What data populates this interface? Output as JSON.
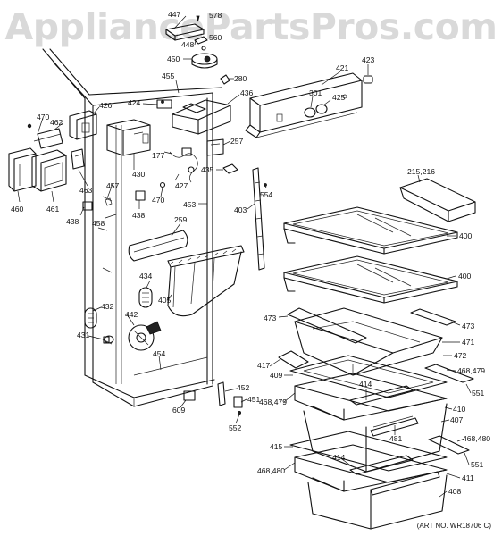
{
  "watermark": "AppliancePartsPros.com",
  "art_number": "(ART NO. WR18706 C)",
  "callouts": [
    "447",
    "578",
    "448",
    "560",
    "450",
    "280",
    "455",
    "421",
    "423",
    "301",
    "425",
    "436",
    "424",
    "426",
    "470",
    "462",
    "257",
    "177",
    "430",
    "435",
    "427",
    "463",
    "457",
    "470",
    "438",
    "554",
    "460",
    "461",
    "438",
    "458",
    "453",
    "403",
    "215,216",
    "259",
    "400",
    "400",
    "434",
    "405",
    "432",
    "442",
    "473",
    "473",
    "431",
    "471",
    "417",
    "472",
    "454",
    "409",
    "468,479",
    "414",
    "551",
    "468,479",
    "452",
    "451",
    "609",
    "410",
    "407",
    "552",
    "481",
    "415",
    "468,480",
    "414",
    "551",
    "468,480",
    "411",
    "408"
  ]
}
